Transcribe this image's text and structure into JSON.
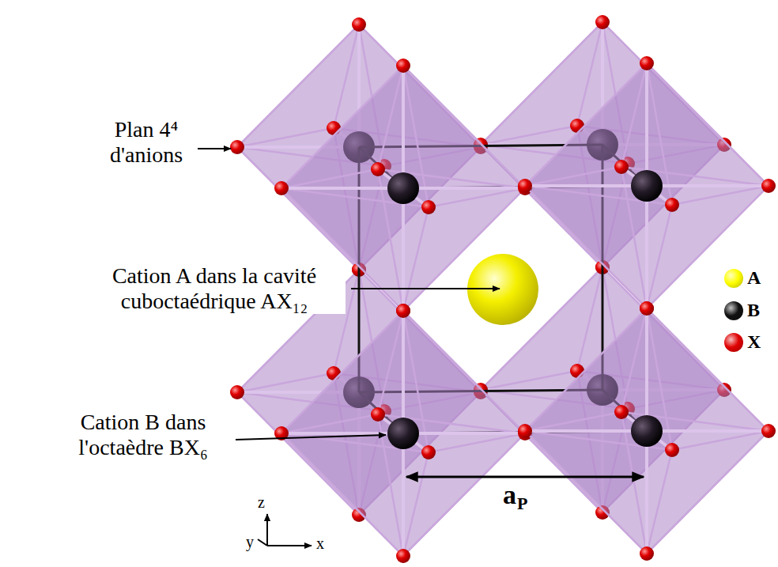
{
  "diagram": {
    "labels": [
      "Plan 4⁴ d'anions",
      "Cation A dans la cavité cuboctaédrique AX₁₂",
      "Cation B dans l'octaèdre BX₆",
      "a",
      "P",
      "z",
      "y",
      "x"
    ],
    "legend": [
      {
        "text": "A",
        "color": "#ffff00"
      },
      {
        "text": "B",
        "color": "#111111"
      },
      {
        "text": "X",
        "color": "#e00000"
      }
    ]
  }
}
